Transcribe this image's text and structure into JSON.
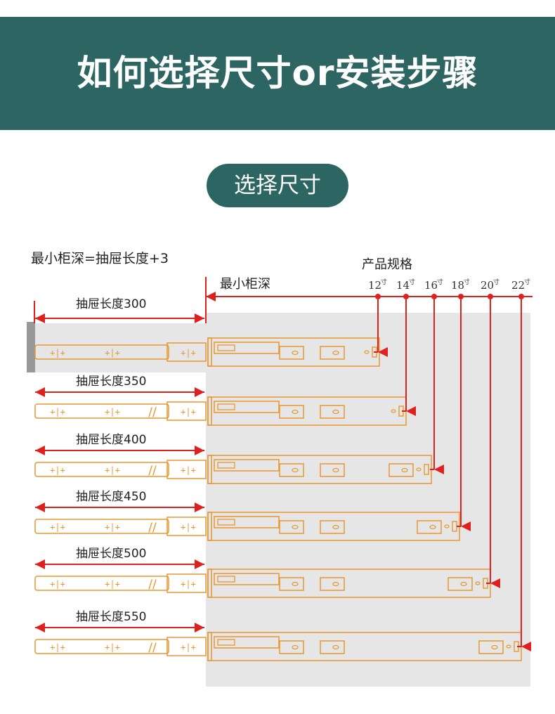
{
  "header": {
    "title": "如何选择尺寸or安装步骤"
  },
  "section": {
    "label": "选择尺寸"
  },
  "diagram": {
    "formula": "最小柜深=抽屉长度+3",
    "spec_heading": "产品规格",
    "depth_label": "最小柜深",
    "sizes": [
      "12",
      "14",
      "16",
      "18",
      "20",
      "22"
    ],
    "size_unit": "寸",
    "drawer_lengths": [
      "抽屉长度300",
      "抽屉长度350",
      "抽屉长度400",
      "抽屉长度450",
      "抽屉长度500",
      "抽屉长度550"
    ],
    "colors": {
      "rail": "#e8962f",
      "arrow": "#e0201c",
      "cabinet": "#e6e6e6",
      "wall": "#999999"
    }
  }
}
